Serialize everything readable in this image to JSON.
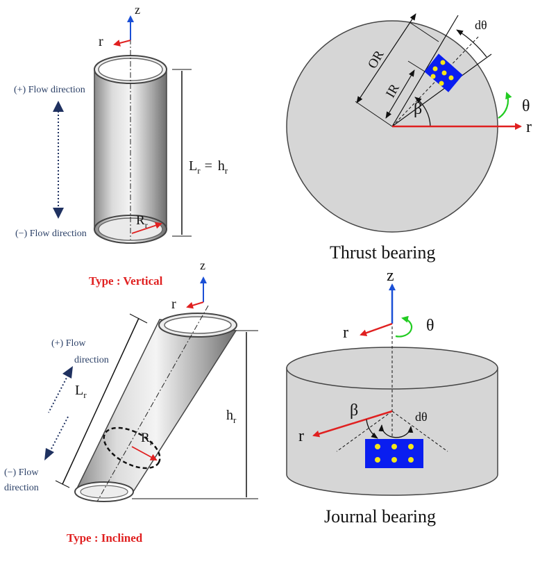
{
  "vertical": {
    "axis_z": "z",
    "axis_r": "r",
    "flow_pos": "(+) Flow direction",
    "flow_neg": "(−) Flow direction",
    "length_label": "L",
    "length_sub": "r",
    "equals": "=",
    "height_label": "h",
    "height_sub": "r",
    "radius_label": "R",
    "radius_sub": "r",
    "type_label": "Type : Vertical"
  },
  "inclined": {
    "axis_z": "z",
    "axis_r": "r",
    "flow_pos_1": "(+) Flow",
    "flow_pos_2": "direction",
    "flow_neg_1": "(−) Flow",
    "flow_neg_2": "direction",
    "length_label": "L",
    "length_sub": "r",
    "height_label": "h",
    "height_sub": "r",
    "radius_label": "R",
    "radius_sub": "r",
    "type_label": "Type : Inclined"
  },
  "thrust": {
    "outer_radius": "OR",
    "inner_radius": "IR",
    "beta": "β",
    "dtheta": "dθ",
    "theta": "θ",
    "axis_r": "r",
    "caption": "Thrust bearing"
  },
  "journal": {
    "axis_z": "z",
    "axis_r": "r",
    "theta": "θ",
    "beta": "β",
    "dtheta": "dθ",
    "radial_r": "r",
    "caption": "Journal bearing"
  },
  "colors": {
    "axis_red": "#e02020",
    "axis_blue": "#1a4fd6",
    "rotation_green": "#22cc22",
    "sensor_blue": "#0a1ef0",
    "sensor_dot": "#f4e61a",
    "disk_gray": "#d6d6d6",
    "flow_navy": "#1f3160",
    "type_red": "#e02020"
  }
}
